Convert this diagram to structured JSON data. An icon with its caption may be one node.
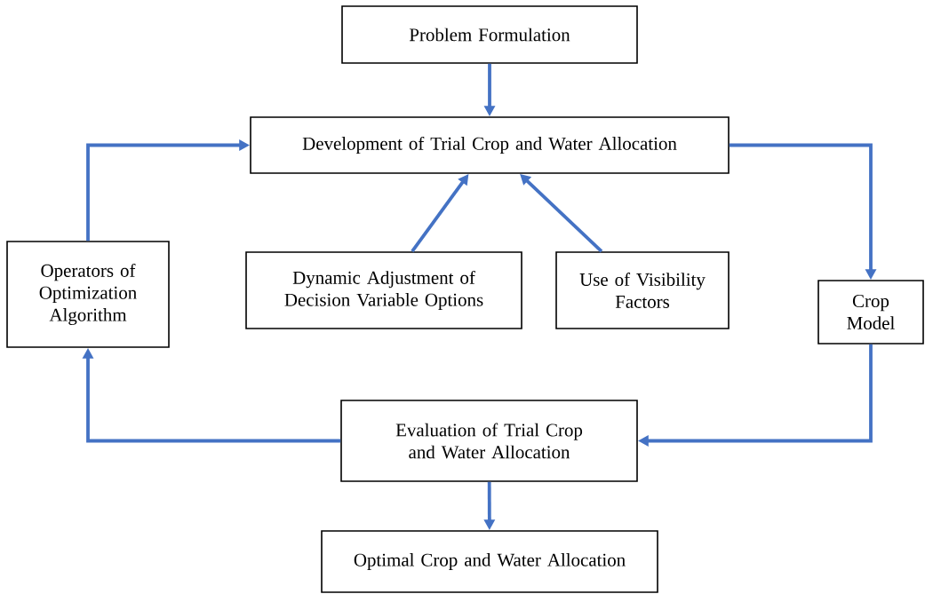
{
  "diagram": {
    "nodes": [
      {
        "text": [
          "Problem Formulation"
        ]
      },
      {
        "text": [
          "Development of Trial Crop and Water Allocation"
        ]
      },
      {
        "text": [
          "Operators of Optimization Algorithm"
        ]
      },
      {
        "text": [
          "Dynamic Adjustment of Decision Variable Options"
        ]
      },
      {
        "text": [
          "Use of Visibility Factors"
        ]
      },
      {
        "text": [
          "Crop Model"
        ]
      },
      {
        "text": [
          "Evaluation of Trial Crop and Water Allocation"
        ]
      },
      {
        "text": [
          "Optimal Crop and Water Allocation"
        ]
      }
    ],
    "edges": [
      {
        "from": 0,
        "to": 1,
        "arrow": "to"
      },
      {
        "from": 2,
        "to": 1,
        "arrow": "to"
      },
      {
        "from": 3,
        "to": 1,
        "arrow": "to"
      },
      {
        "from": 4,
        "to": 1,
        "arrow": "to"
      },
      {
        "from": 1,
        "to": 5,
        "arrow": "to"
      },
      {
        "from": 5,
        "to": 6,
        "arrow": "to"
      },
      {
        "from": 6,
        "to": 2,
        "arrow": "to"
      },
      {
        "from": 6,
        "to": 7,
        "arrow": "to"
      }
    ]
  }
}
